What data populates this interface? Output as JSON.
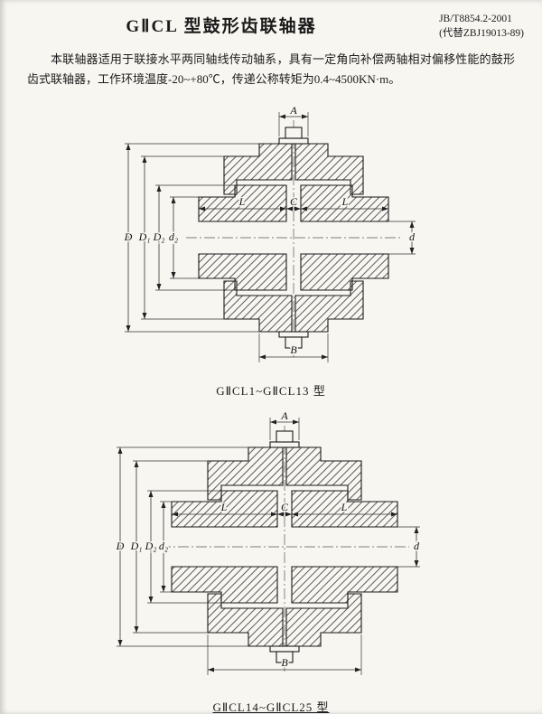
{
  "header": {
    "title": "GⅡCL 型鼓形齿联轴器",
    "standard_no": "JB/T8854.2-2001",
    "standard_replaces": "(代替ZBJ19013-89)"
  },
  "intro": {
    "text": "本联轴器适用于联接水平两同轴线传动轴系，具有一定角向补偿两轴相对偏移性能的鼓形齿式联轴器，工作环境温度-20~+80℃，传递公称转矩为0.4~4500KN·m。"
  },
  "dims": {
    "A": "A",
    "L": "L",
    "C": "C",
    "B": "B",
    "D": "D",
    "D1": "D₁",
    "D2": "D₂",
    "d2": "d₂",
    "d": "d"
  },
  "figure1": {
    "caption": "GⅡCL1~GⅡCL13 型"
  },
  "figure2": {
    "caption": "GⅡCL14~GⅡCL25 型"
  }
}
